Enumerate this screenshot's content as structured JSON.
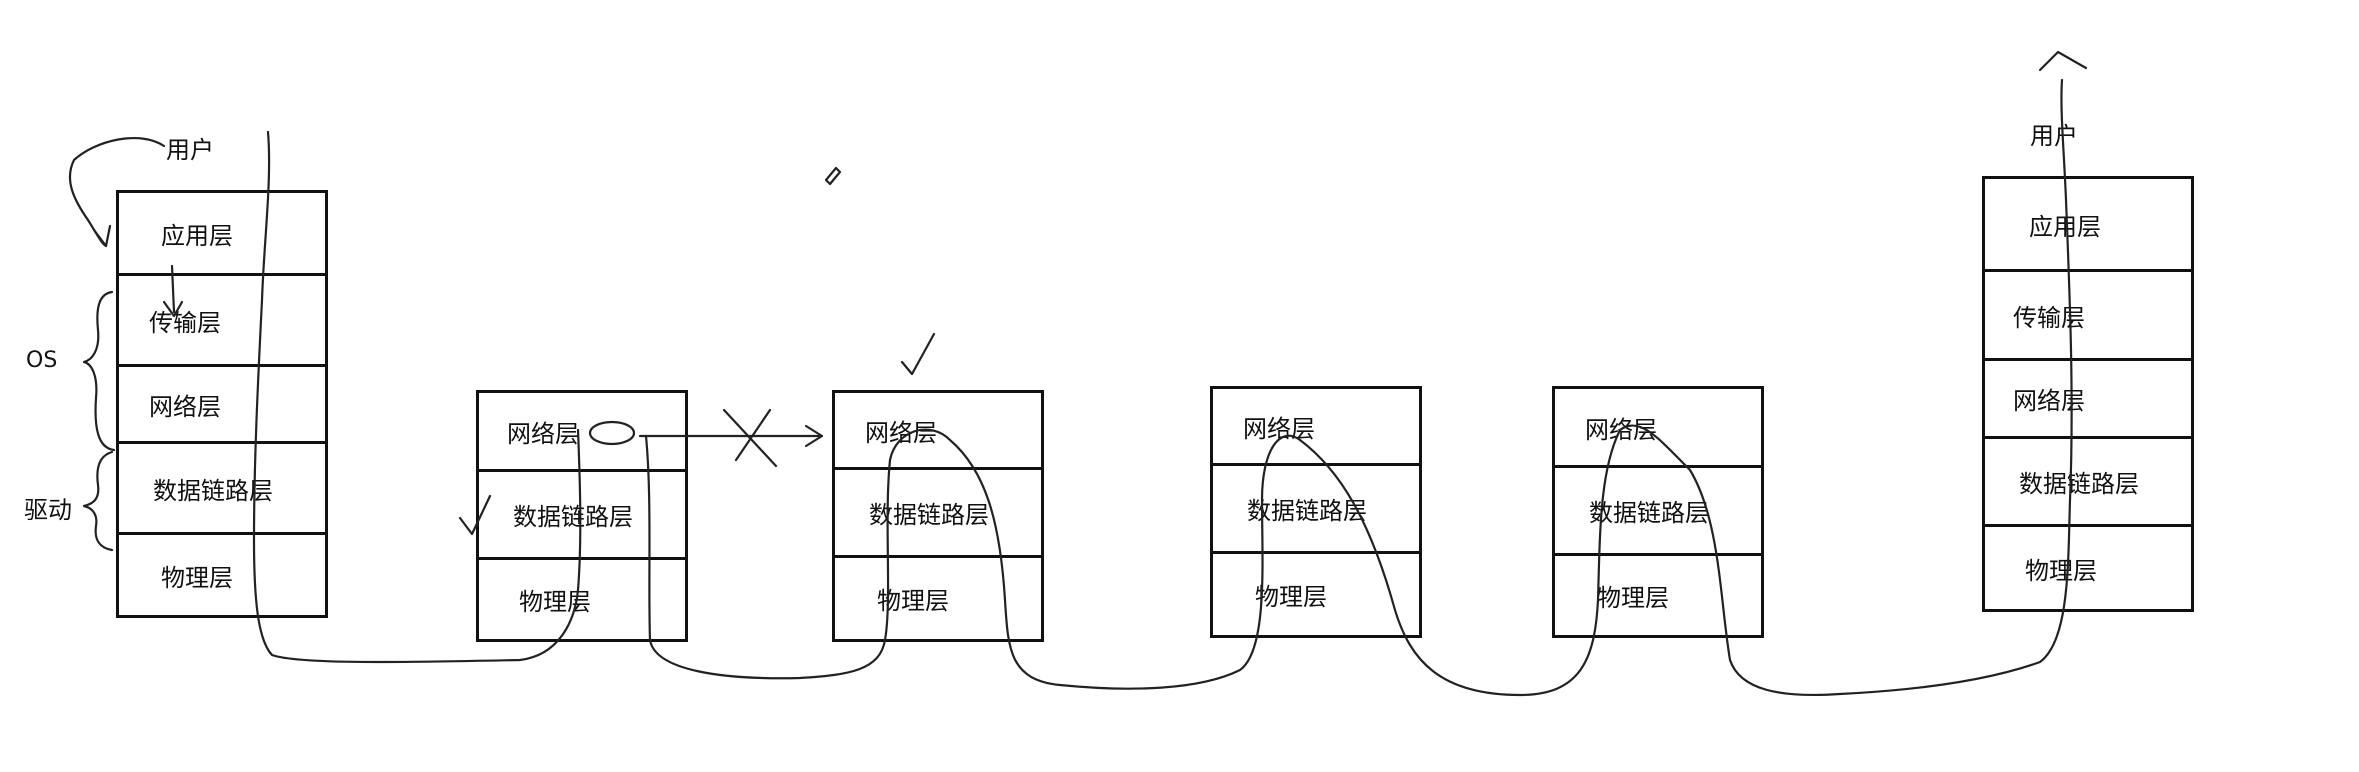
{
  "labels": {
    "user_left": "用户",
    "user_right": "用户",
    "os": "OS",
    "driver": "驱动"
  },
  "stacks": [
    {
      "id": "host-left",
      "layers": [
        "应用层",
        "传输层",
        "网络层",
        "数据链路层",
        "物理层"
      ]
    },
    {
      "id": "router-1",
      "layers": [
        "网络层",
        "数据链路层",
        "物理层"
      ]
    },
    {
      "id": "router-2",
      "layers": [
        "网络层",
        "数据链路层",
        "物理层"
      ]
    },
    {
      "id": "router-3",
      "layers": [
        "网络层",
        "数据链路层",
        "物理层"
      ]
    },
    {
      "id": "router-4",
      "layers": [
        "网络层",
        "数据链路层",
        "物理层"
      ]
    },
    {
      "id": "host-right",
      "layers": [
        "应用层",
        "传输层",
        "网络层",
        "数据链路层",
        "物理层"
      ]
    }
  ]
}
